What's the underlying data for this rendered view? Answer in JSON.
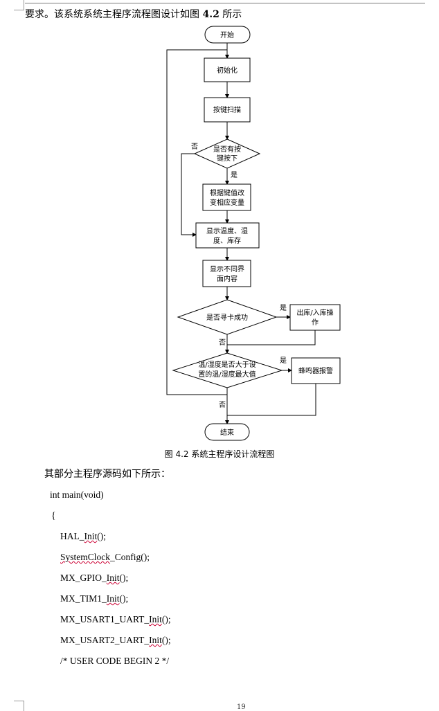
{
  "header": {
    "text": "…"
  },
  "intro": {
    "text": "要求。该系统系统主程序流程图设计如图 ",
    "fig_ref": "4.2",
    "after": " 所示"
  },
  "flowchart": {
    "start": "开始",
    "init": "初始化",
    "key_scan": "按键扫描",
    "key_pressed_l1": "是否有按",
    "key_pressed_l2": "键按下",
    "modify_l1": "根据键值改",
    "modify_l2": "变相应变量",
    "display_l1": "显示温度、湿",
    "display_l2": "度、库存",
    "diff_l1": "显示不同界",
    "diff_l2": "面内容",
    "card_ok": "是否寻卡成功",
    "inout_l1": "出库/入库操",
    "inout_l2": "作",
    "over_l1": "温/湿度是否大于设",
    "over_l2": "置的温/湿度最大值",
    "buzzer": "蜂鸣器报警",
    "end": "结束",
    "yes": "是",
    "no": "否"
  },
  "caption": "图 4.2 系统主程序设计流程图",
  "para": "其部分主程序源码如下所示：",
  "code": {
    "l1": "int main(void)",
    "l2": "{",
    "l3a": "HAL_",
    "l3b": "Init",
    "l3c": "();",
    "l4a": "SystemClock",
    "l4b": "_Config",
    "l4c": "();",
    "l5a": "MX_GPIO_",
    "l5b": "Init",
    "l5c": "();",
    "l6a": "MX_TIM1_",
    "l6b": "Init",
    "l6c": "();",
    "l7a": "MX_USART1_UART_",
    "l7b": "Init",
    "l7c": "();",
    "l8a": "MX_USART2_UART_",
    "l8b": "Init",
    "l8c": "();",
    "l9": "/* USER CODE BEGIN 2 */"
  },
  "page_number": "19"
}
